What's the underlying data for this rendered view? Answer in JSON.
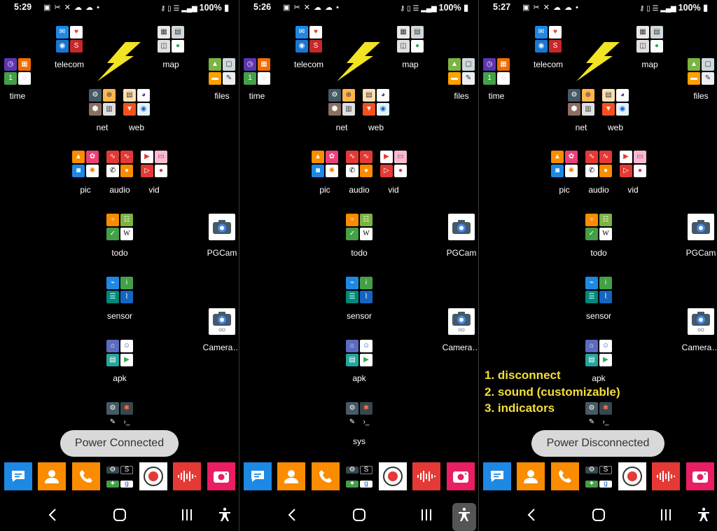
{
  "panels": [
    {
      "status": {
        "time": "5:29",
        "battery": "100%"
      },
      "labels": {
        "telecom": "telecom",
        "map": "map",
        "time": "time",
        "files": "files",
        "net": "net",
        "web": "web",
        "pic": "pic",
        "audio": "audio",
        "vid": "vid",
        "todo": "todo",
        "pgcam": "PGCam",
        "sensor": "sensor",
        "camera": "Camera…",
        "apk": "apk",
        "sys": ""
      },
      "toast": "Power Connected"
    },
    {
      "status": {
        "time": "5:26",
        "battery": "100%"
      },
      "labels": {
        "telecom": "telecom",
        "map": "map",
        "time": "time",
        "files": "files",
        "net": "net",
        "web": "web",
        "pic": "pic",
        "audio": "audio",
        "vid": "vid",
        "todo": "todo",
        "pgcam": "PGCam",
        "sensor": "sensor",
        "camera": "Camera…",
        "apk": "apk",
        "sys": "sys"
      },
      "toast": ""
    },
    {
      "status": {
        "time": "5:27",
        "battery": "100%"
      },
      "labels": {
        "telecom": "telecom",
        "map": "map",
        "time": "time",
        "files": "files",
        "net": "net",
        "web": "web",
        "pic": "pic",
        "audio": "audio",
        "vid": "vid",
        "todo": "todo",
        "pgcam": "PGCam",
        "sensor": "sensor",
        "camera": "Camera…",
        "apk": "apk",
        "sys": ""
      },
      "toast": "Power Disconnected",
      "notes": [
        "1. disconnect",
        "2. sound (customizable)",
        "3. indicators"
      ]
    }
  ],
  "colors": {
    "bolt": "#f2e324",
    "toast_bg": "#d9d9d9",
    "notes": "#f3de3d"
  }
}
